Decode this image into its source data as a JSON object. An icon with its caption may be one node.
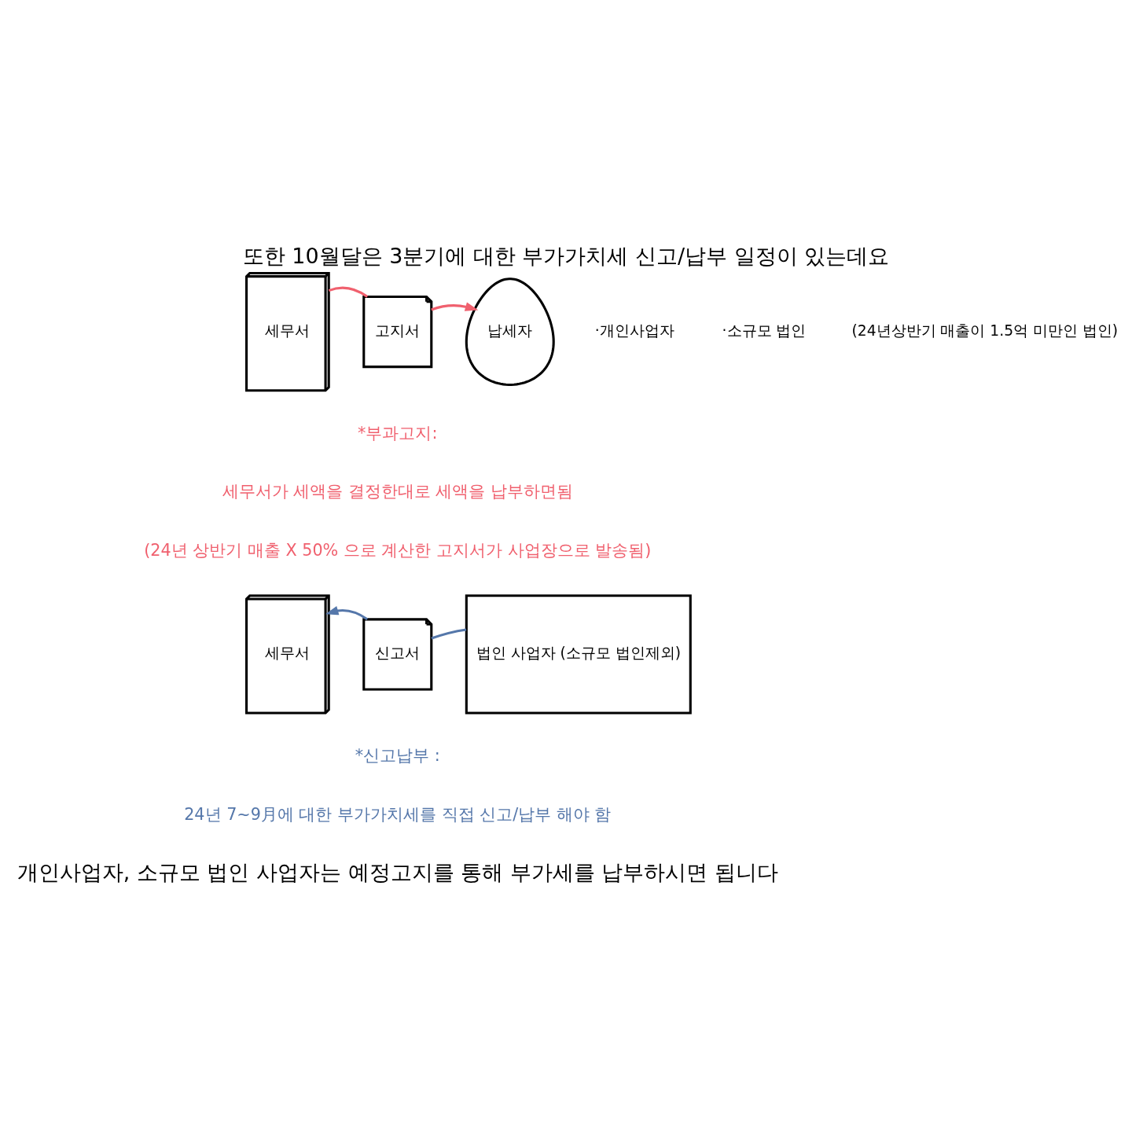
{
  "diagram": {
    "title": "또한 10월달은 3분기에 대한 부가가치세 신고/납부 일정이 있는데요",
    "caption": "개인사업자, 소규모 법인 사업자는 예정고지를 통해 부가세를 납부하시면 됩니다",
    "nodes": [
      {
        "text": [
          "세무서"
        ]
      },
      {
        "text": [
          "고지서"
        ]
      },
      {
        "text": [
          "납세자"
        ],
        "beside": [
          "·개인사업자",
          "·소규모 법인",
          "(24년상반기 매출이 1.5억 미만인 법인)"
        ]
      },
      {
        "text": [
          "세무서"
        ]
      },
      {
        "text": [
          "신고서"
        ]
      },
      {
        "text": [
          "법인 사업자 (소규모 법인제외)"
        ]
      }
    ],
    "edges": [
      {
        "from": 0,
        "to": 1,
        "arrow": "none",
        "color": "#f0606e"
      },
      {
        "from": 1,
        "to": 2,
        "arrow": "to",
        "color": "#f0606e"
      },
      {
        "from": 5,
        "to": 4,
        "arrow": "none",
        "color": "#5577aa"
      },
      {
        "from": 4,
        "to": 3,
        "arrow": "to",
        "color": "#5577aa"
      }
    ],
    "labels": [
      "*부과고지:",
      "세무서가 세액을 결정한대로 세액을 납부하면됨",
      "(24년 상반기 매출 X 50% 으로 계산한 고지서가 사업장으로 발송됨)",
      "*신고납부 :",
      "24년 7~9月에 대한 부가가치세를 직접 신고/납부 해야 함"
    ]
  }
}
